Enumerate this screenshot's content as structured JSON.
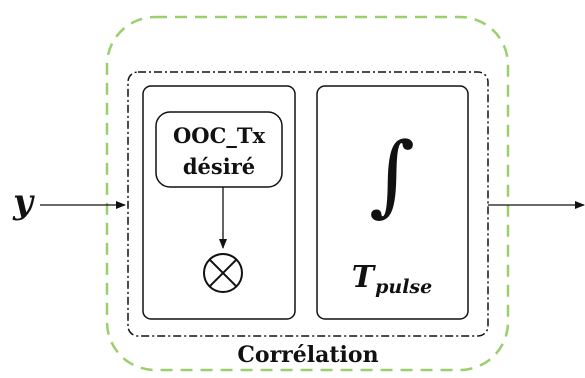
{
  "input_label": "y",
  "ooc_block": {
    "line1": "OOC_Tx",
    "line2": "désiré"
  },
  "integral_block": {
    "symbol": "∫",
    "main": "T",
    "subscript": "pulse"
  },
  "correlation_label": "Corrélation",
  "colors": {
    "outer_dashed": "#9bcf6e",
    "stroke": "#111111"
  }
}
